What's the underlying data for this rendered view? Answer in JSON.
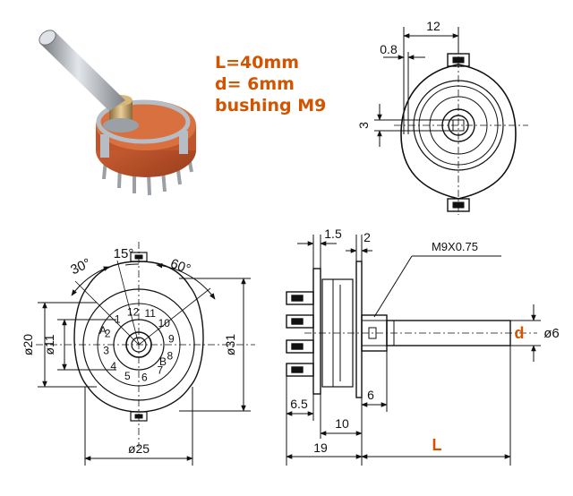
{
  "colors": {
    "spec_text": "#d35400",
    "drawing": "#111111",
    "body_orange": "#c0542a",
    "metal": "#b7bdc4",
    "shaft": "#8c8f94",
    "bushing": "#c9a266"
  },
  "specs": {
    "length": "L=40mm",
    "diameter": "d= 6mm",
    "bushing": "bushing M9"
  },
  "top_view": {
    "dim_width": "12",
    "dim_thickness": "0.8",
    "dim_flat": "3"
  },
  "front_view": {
    "angle_a": "30°",
    "angle_b": "15°",
    "angle_c": "60°",
    "dim_outer": "ø31",
    "dim_pcd": "ø20",
    "dim_inner": "ø11",
    "dim_flange": "ø25",
    "pins": [
      "1",
      "2",
      "3",
      "4",
      "5",
      "6",
      "7",
      "8",
      "9",
      "10",
      "11",
      "12"
    ],
    "wiper_a": "A",
    "wiper_b": "B"
  },
  "side_view": {
    "dim_1_5": "1.5",
    "dim_2": "2",
    "thread": "M9X0.75",
    "dim_6_5": "6.5",
    "dim_10": "10",
    "dim_6": "6",
    "dim_19": "19",
    "dim_L": "L",
    "dim_d": "d",
    "dim_shaft": "ø6"
  }
}
